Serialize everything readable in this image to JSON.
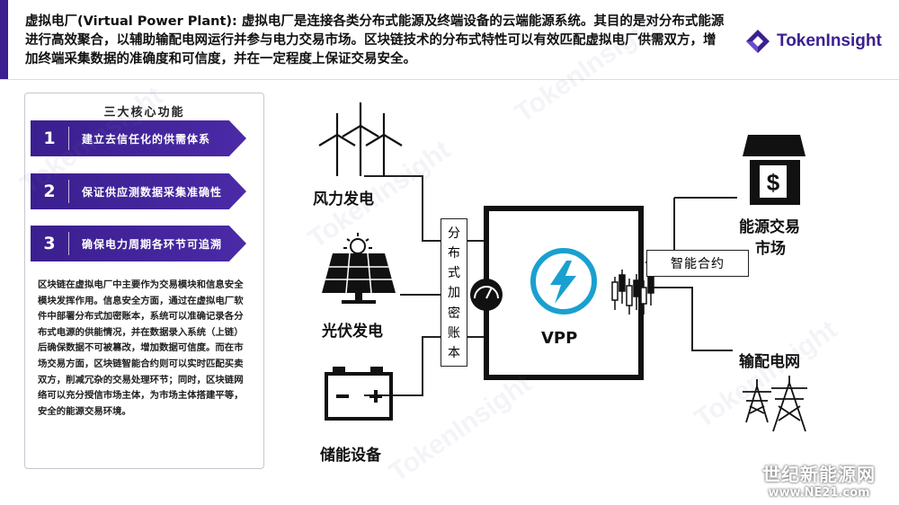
{
  "header": {
    "text": "虚拟电厂(Virtual Power Plant): 虚拟电厂是连接各类分布式能源及终端设备的云端能源系统。其目的是对分布式能源进行高效聚合，以辅助输配电网运行并参与电力交易市场。区块链技术的分布式特性可以有效匹配虚拟电厂供需双方，增加终端采集数据的准确度和可信度，并在一定程度上保证交易安全。",
    "logo_text": "TokenInsight"
  },
  "panel": {
    "title": "三大核心功能",
    "functions": [
      {
        "num": "1",
        "text": "建立去信任化的供需体系"
      },
      {
        "num": "2",
        "text": "保证供应测数据采集准确性"
      },
      {
        "num": "3",
        "text": "确保电力周期各环节可追溯"
      }
    ],
    "paragraph": "区块链在虚拟电厂中主要作为交易模块和信息安全模块发挥作用。信息安全方面，通过在虚拟电厂软件中部署分布式加密账本，系统可以准确记录各分布式电源的供能情况，并在数据录入系统（上链）后确保数据不可被篡改，增加数据可信度。而在市场交易方面，区块链智能合约则可以实时匹配买卖双方，削减冗杂的交易处理环节；同时，区块链网络可以充分授信市场主体，为市场主体搭建平等，安全的能源交易环境。"
  },
  "diagram": {
    "wind_label": "风力发电",
    "solar_label": "光伏发电",
    "storage_label": "储能设备",
    "ledger_chars": [
      "分",
      "布",
      "式",
      "加",
      "密",
      "账",
      "本"
    ],
    "vpp_label": "VPP",
    "contract_label": "智能合约",
    "market_label_1": "能源交易",
    "market_label_2": "市场",
    "grid_label": "输配电网",
    "colors": {
      "vpp_accent": "#1aa0cf",
      "brand": "#3b2090"
    }
  },
  "watermarks": [
    "TokenInsight"
  ],
  "site": {
    "name": "世纪新能源网",
    "url": "www.NE21.com"
  }
}
